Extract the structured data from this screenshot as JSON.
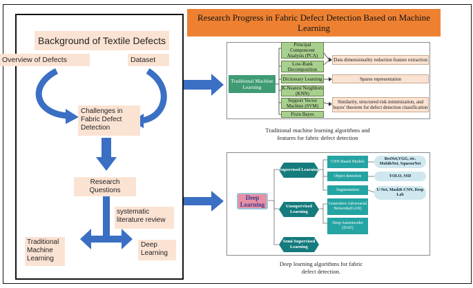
{
  "colors": {
    "blue_arrow": "#3a6fc4",
    "title_banner": "#ee8131",
    "peach": "#fbe3d3",
    "green_box": "#a8d08d",
    "teal": "#24a4a3",
    "dark_teal": "#157b7d",
    "light_blue": "#cfe8ef",
    "deep_pink": "#e88fa5"
  },
  "title": "Research Progress in Fabric Defect Detection Based on Machine Learning",
  "left_panel": {
    "header": "Background of Textile Defects",
    "overview": "Overview of Defects",
    "dataset": "Dataset",
    "challenges": "Challenges in Fabric Defect Detection",
    "research_questions": "Research Questions",
    "slr": "systematic literature review",
    "traditional_ml": "Traditional Machine Learning",
    "deep_learning": "Deep Learning"
  },
  "traditional_diagram": {
    "root": "Traditional Machine Learning",
    "methods": [
      "Principal Componcent Analysis (PCA)",
      "Low-Rank Decomposition",
      "Dictionary Learning",
      "K-Nearest Neighbors (KNN)",
      "Support Vector Machine (SVM)",
      "Pixin Bayes"
    ],
    "features": [
      "Data dimensionality reduction feature extraction",
      "Sparse representation",
      "Similarity, structured risk minimization, and bayes' theorem for defect detection classification"
    ],
    "caption": "Traditional machine learning algorithms and features for fabric defect detection"
  },
  "deep_diagram": {
    "root": "Deep Learning",
    "branches": [
      "Supervised Learning",
      "Unsupervised Learning",
      "Semi-Supervised Learning"
    ],
    "supervised_methods": [
      "CNN-Based Models",
      "Object detection",
      "Segmentation"
    ],
    "unsupervised_methods": [
      "Generative Adversarial Networks(GAN)",
      "Deep Autoencoder (DAE)"
    ],
    "examples": [
      "ResNet,VGG, etc. MobileNet, SqueezeNet",
      "YOLO, SSD",
      "U-Net, MaskR-CNN, Deep Lab"
    ],
    "caption": "Deep learning algorithms for fabric defect detection."
  }
}
